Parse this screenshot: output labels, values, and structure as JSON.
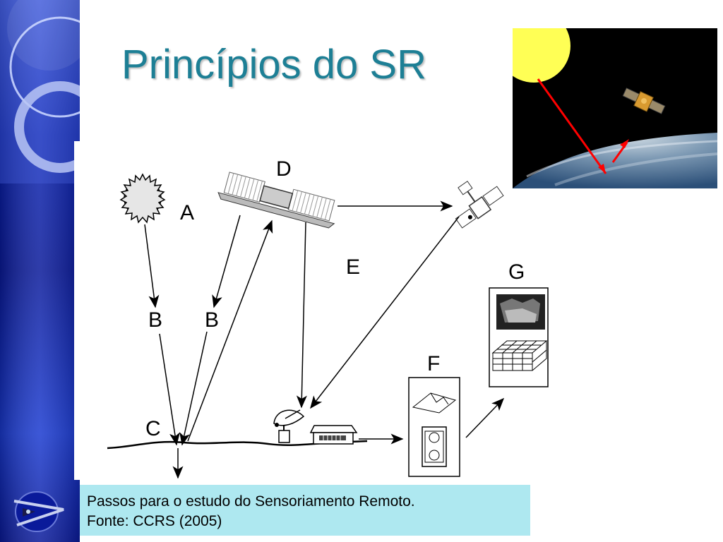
{
  "slide": {
    "title": "Princípios do SR",
    "caption_line1": "Passos para o estudo do Sensoriamento Remoto.",
    "caption_line2": "Fonte: CCRS (2005)"
  },
  "diagram": {
    "labels": {
      "a": "A",
      "b1": "B",
      "b2": "B",
      "c": "C",
      "d": "D",
      "e": "E",
      "f": "F",
      "g": "G"
    }
  },
  "colors": {
    "title": "#1d7f95",
    "left_band_dark": "#0a1a9a",
    "left_band_light": "#3a55d8",
    "caption_background": "#aee8f0",
    "sun_yellow": "#ffff55",
    "radiation_arrow": "#ff0000"
  },
  "icons": [
    "sun-icon",
    "satellite-icon",
    "ground-station-icon",
    "building-icon",
    "earth-icon",
    "presentation-logo-icon"
  ]
}
